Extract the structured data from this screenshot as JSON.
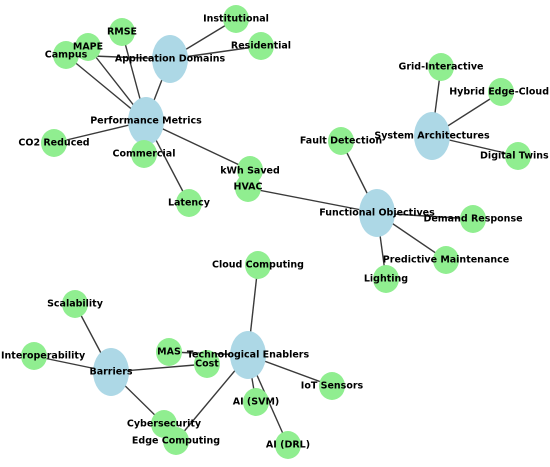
{
  "colors": {
    "hub": "#add8e6",
    "leaf": "#90ee90",
    "edge": "#3a3a3a"
  },
  "nodes": [
    {
      "id": "application-domains",
      "label": "Application Domains",
      "kind": "hub"
    },
    {
      "id": "performance-metrics",
      "label": "Performance Metrics",
      "kind": "hub"
    },
    {
      "id": "system-architectures",
      "label": "System Architectures",
      "kind": "hub"
    },
    {
      "id": "functional-objectives",
      "label": "Functional Objectives",
      "kind": "hub"
    },
    {
      "id": "technological-enablers",
      "label": "Technological Enablers",
      "kind": "hub"
    },
    {
      "id": "barriers",
      "label": "Barriers",
      "kind": "hub"
    },
    {
      "id": "institutional",
      "label": "Institutional",
      "kind": "leaf"
    },
    {
      "id": "residential",
      "label": "Residential",
      "kind": "leaf"
    },
    {
      "id": "rmse",
      "label": "RMSE",
      "kind": "leaf"
    },
    {
      "id": "mape",
      "label": "MAPE",
      "kind": "leaf"
    },
    {
      "id": "campus",
      "label": "Campus",
      "kind": "leaf"
    },
    {
      "id": "co2-reduced",
      "label": "CO2 Reduced",
      "kind": "leaf"
    },
    {
      "id": "commercial",
      "label": "Commercial",
      "kind": "leaf"
    },
    {
      "id": "latency",
      "label": "Latency",
      "kind": "leaf"
    },
    {
      "id": "kwh-saved",
      "label": "kWh Saved",
      "kind": "leaf"
    },
    {
      "id": "hvac",
      "label": "HVAC",
      "kind": "leaf"
    },
    {
      "id": "grid-interactive",
      "label": "Grid-Interactive",
      "kind": "leaf"
    },
    {
      "id": "hybrid-edge-cloud",
      "label": "Hybrid Edge-Cloud",
      "kind": "leaf"
    },
    {
      "id": "digital-twins",
      "label": "Digital Twins",
      "kind": "leaf"
    },
    {
      "id": "fault-detection",
      "label": "Fault Detection",
      "kind": "leaf"
    },
    {
      "id": "demand-response",
      "label": "Demand Response",
      "kind": "leaf"
    },
    {
      "id": "predictive-maintenance",
      "label": "Predictive Maintenance",
      "kind": "leaf"
    },
    {
      "id": "lighting",
      "label": "Lighting",
      "kind": "leaf"
    },
    {
      "id": "cloud-computing",
      "label": "Cloud Computing",
      "kind": "leaf"
    },
    {
      "id": "mas",
      "label": "MAS",
      "kind": "leaf"
    },
    {
      "id": "cost",
      "label": "Cost",
      "kind": "leaf"
    },
    {
      "id": "iot-sensors",
      "label": "IoT Sensors",
      "kind": "leaf"
    },
    {
      "id": "ai-svm",
      "label": "AI (SVM)",
      "kind": "leaf"
    },
    {
      "id": "ai-drl",
      "label": "AI (DRL)",
      "kind": "leaf"
    },
    {
      "id": "edge-computing",
      "label": "Edge Computing",
      "kind": "leaf"
    },
    {
      "id": "scalability",
      "label": "Scalability",
      "kind": "leaf"
    },
    {
      "id": "interoperability",
      "label": "Interoperability",
      "kind": "leaf"
    },
    {
      "id": "cybersecurity",
      "label": "Cybersecurity",
      "kind": "leaf"
    }
  ],
  "edges": [
    [
      "application-domains",
      "institutional"
    ],
    [
      "application-domains",
      "residential"
    ],
    [
      "application-domains",
      "campus"
    ],
    [
      "application-domains",
      "performance-metrics"
    ],
    [
      "performance-metrics",
      "rmse"
    ],
    [
      "performance-metrics",
      "mape"
    ],
    [
      "performance-metrics",
      "campus"
    ],
    [
      "performance-metrics",
      "co2-reduced"
    ],
    [
      "performance-metrics",
      "commercial"
    ],
    [
      "performance-metrics",
      "latency"
    ],
    [
      "performance-metrics",
      "kwh-saved"
    ],
    [
      "system-architectures",
      "grid-interactive"
    ],
    [
      "system-architectures",
      "hybrid-edge-cloud"
    ],
    [
      "system-architectures",
      "digital-twins"
    ],
    [
      "functional-objectives",
      "hvac"
    ],
    [
      "functional-objectives",
      "fault-detection"
    ],
    [
      "functional-objectives",
      "demand-response"
    ],
    [
      "functional-objectives",
      "predictive-maintenance"
    ],
    [
      "functional-objectives",
      "lighting"
    ],
    [
      "technological-enablers",
      "cloud-computing"
    ],
    [
      "technological-enablers",
      "mas"
    ],
    [
      "technological-enablers",
      "iot-sensors"
    ],
    [
      "technological-enablers",
      "ai-svm"
    ],
    [
      "technological-enablers",
      "ai-drl"
    ],
    [
      "technological-enablers",
      "edge-computing"
    ],
    [
      "barriers",
      "scalability"
    ],
    [
      "barriers",
      "interoperability"
    ],
    [
      "barriers",
      "cost"
    ],
    [
      "barriers",
      "cybersecurity"
    ]
  ]
}
